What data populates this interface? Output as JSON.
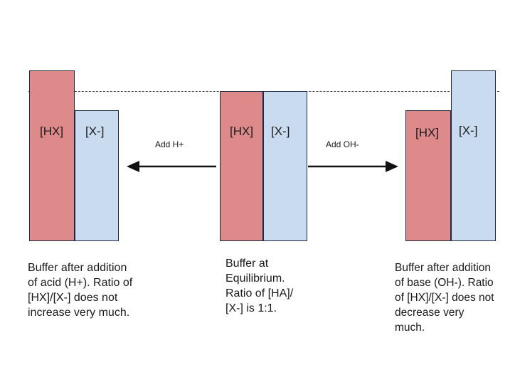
{
  "labels": {
    "hx": "[HX]",
    "x": "[X-]"
  },
  "arrows": {
    "left_label": "Add H+",
    "right_label": "Add OH-"
  },
  "captions": {
    "left": [
      "Buffer after addition",
      "of acid (H+). Ratio of",
      "[HX]/[X-] does not",
      "increase very much."
    ],
    "center": [
      "Buffer at",
      "Equilibrium.",
      "Ratio of [HA]/",
      "[X-] is 1:1."
    ],
    "right": [
      "Buffer after addition",
      "of base (OH-). Ratio",
      "of [HX]/[X-] does not",
      "decrease very",
      "much."
    ]
  },
  "colors": {
    "hx": "#df8a8a",
    "x": "#c8dbef",
    "outline": "#1c2b45"
  }
}
